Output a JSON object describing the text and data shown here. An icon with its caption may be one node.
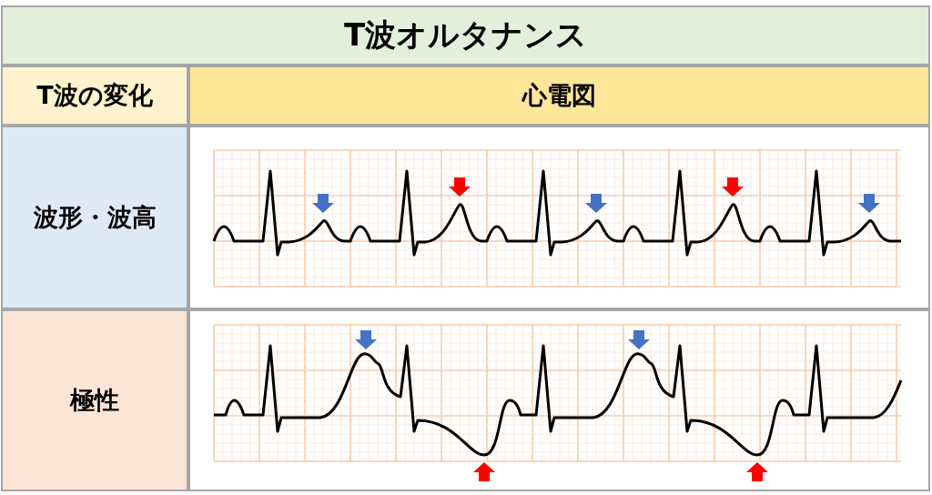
{
  "diagram": {
    "title": "T波オルタナンス",
    "labels": [
      "T波の変化",
      "心電図",
      "波形・波高",
      "極性"
    ]
  }
}
